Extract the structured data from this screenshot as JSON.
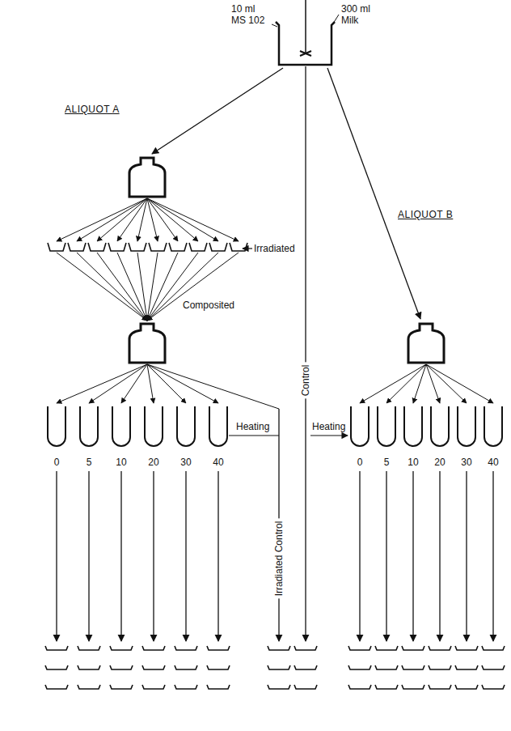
{
  "diagram": {
    "labels": [
      "10 ml MS 102",
      "300 ml Milk",
      "ALIQUOT A",
      "ALIQUOT B",
      "Irradiated",
      "Composited",
      "Control",
      "Heating",
      "Heating",
      "Irradiated Control",
      "0",
      "5",
      "10",
      "20",
      "30",
      "40",
      "0",
      "5",
      "10",
      "20",
      "30",
      "40"
    ]
  }
}
